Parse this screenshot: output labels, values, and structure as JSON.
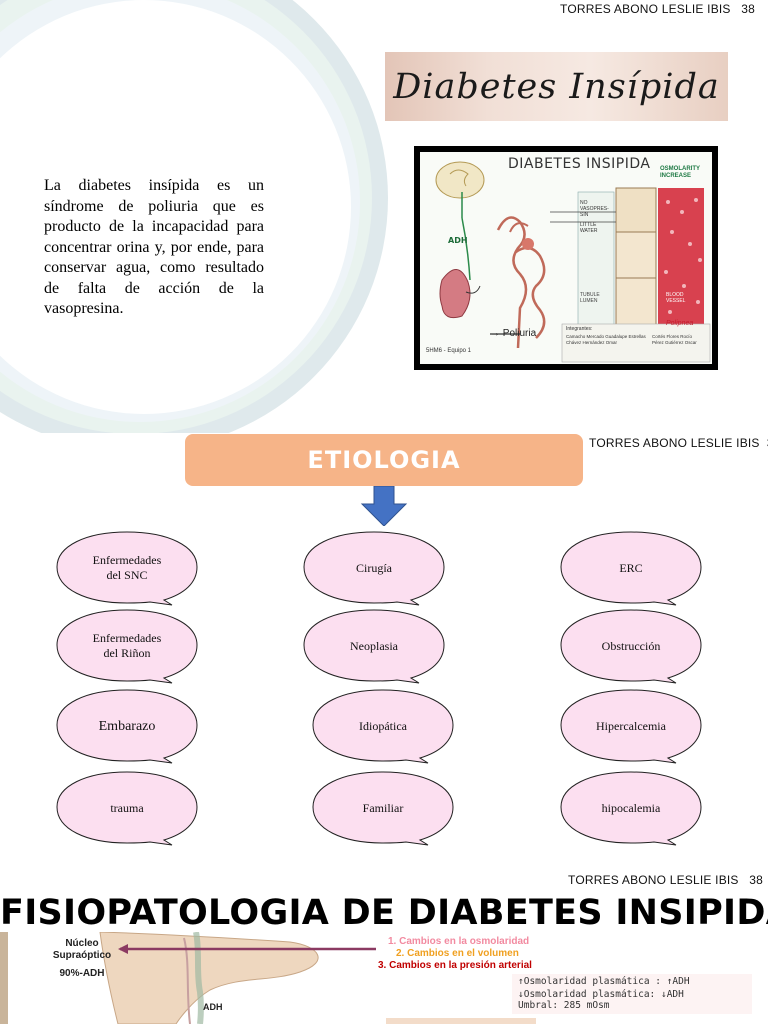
{
  "header": {
    "author": "TORRES ABONO LESLIE IBIS",
    "page": "38"
  },
  "section1": {
    "title": "Diabetes Insípida",
    "intro": "La diabetes insípida es un síndrome de poliuria que es producto de la incapacidad para concentrar orina y, por ende, para conservar agua, como resultado de falta de acción de la vasopresina.",
    "figure": {
      "title": "DIABETES INSIPIDA",
      "adh": "ADH",
      "poliuria": "→ Poliuria",
      "polipnea": "Polipnea",
      "osmolarity": "OSMOLARITY INCREASE",
      "capsules": [
        "NO VASOPRES-SIN",
        "LITTLE WATER"
      ],
      "tubule": "TUBULE LUMEN",
      "blood": "BLOOD VESSEL",
      "team": "5HM6 - Equipo 1",
      "integrantes": "Integrantes:",
      "names": [
        "Camacho Mercado Guadalupe Estrellas",
        "Chávez Hernández Omar",
        "Cortés Flores Rocío",
        "Pérez Gutiérrez Oscar"
      ]
    }
  },
  "section2": {
    "heading": "ETIOLOGIA",
    "causes": [
      "Enfermedades\ndel SNC",
      "Cirugía",
      "ERC",
      "Enfermedades\ndel Riñon",
      "Neoplasia",
      "Obstrucción",
      "Embarazo",
      "Idiopática",
      "Hipercalcemia",
      "trauma",
      "Familiar",
      "hipocalemia"
    ]
  },
  "section3": {
    "title": "FISIOPATOLOGIA DE DIABETES INSIPIDA",
    "nucleo": [
      "Núcleo",
      "Supraóptico",
      "90%-ADH"
    ],
    "adh": "ADH",
    "cambios": [
      "1.  Cambios en la osmolaridad",
      "2.  Cambios en el volumen",
      "3.  Cambios en la presión arterial"
    ],
    "osmolaridad": [
      "↑Osmolaridad plasmática : ↑ADH",
      "↓Osmolaridad plasmática: ↓ADH",
      "Umbral: 285 mOsm"
    ]
  },
  "colors": {
    "etiologia_bar": "#f6b488",
    "bubble_fill": "#fcdff0",
    "arrow_blue": "#4472c4",
    "pointer": "#8b3a62"
  }
}
